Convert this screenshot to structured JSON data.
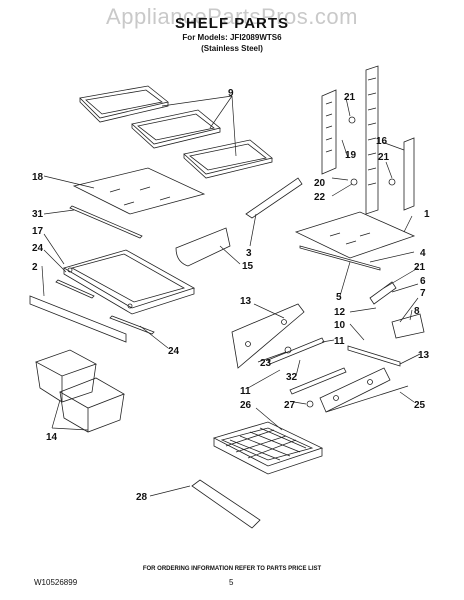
{
  "watermark": "AppliancePartsPros.com",
  "header": {
    "title": "SHELF PARTS",
    "model_line": "For Models: JFI2089WTS6",
    "finish_line": "(Stainless Steel)"
  },
  "callouts": {
    "c9": "9",
    "c21a": "21",
    "c19": "19",
    "c16": "16",
    "c21b": "21",
    "c18": "18",
    "c20": "20",
    "c22": "22",
    "c1": "1",
    "c31": "31",
    "c17": "17",
    "c24a": "24",
    "c3": "3",
    "c4": "4",
    "c2": "2",
    "c15": "15",
    "c21c": "21",
    "c6": "6",
    "c7": "7",
    "c5": "5",
    "c13a": "13",
    "c8": "8",
    "c12": "12",
    "c10": "10",
    "c24b": "24",
    "c23": "23",
    "c11a": "11",
    "c13b": "13",
    "c32": "32",
    "c11b": "11",
    "c26": "26",
    "c27": "27",
    "c25": "25",
    "c14": "14",
    "c28": "28"
  },
  "footer": {
    "note": "FOR ORDERING INFORMATION REFER TO PARTS PRICE LIST",
    "doc_number": "W10526899",
    "page": "5"
  }
}
